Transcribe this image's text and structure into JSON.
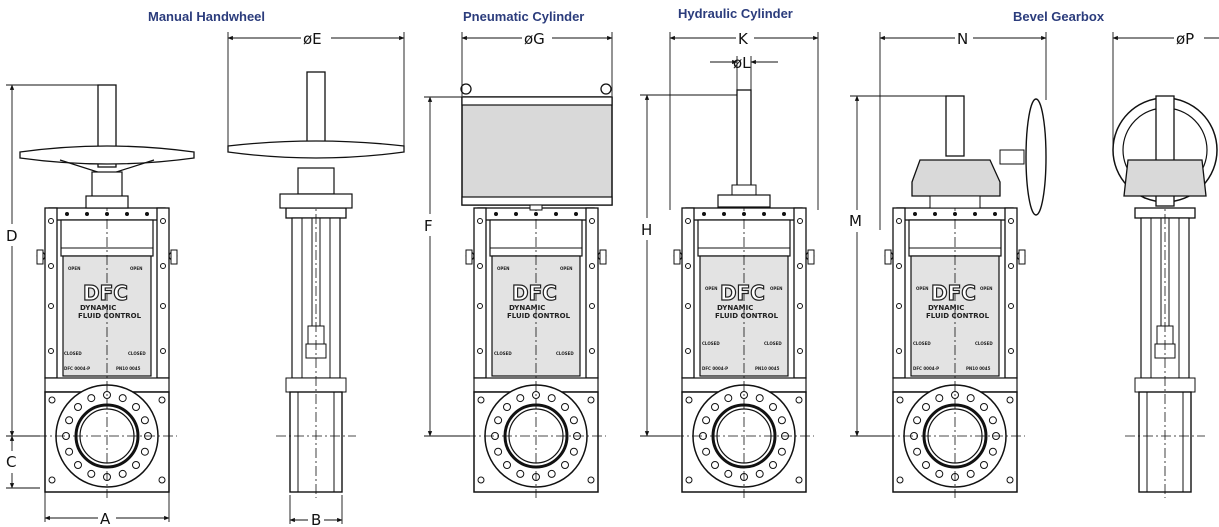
{
  "titles": {
    "manual": "Manual Handwheel",
    "pneumatic": "Pneumatic Cylinder",
    "hydraulic": "Hydraulic Cylinder",
    "bevel": "Bevel Gearbox"
  },
  "dimensions": {
    "A": "A",
    "B": "B",
    "C": "C",
    "D": "D",
    "E": "øE",
    "F": "F",
    "G": "øG",
    "H": "H",
    "K": "K",
    "L": "øL",
    "M": "M",
    "N": "N",
    "P": "øP"
  },
  "logo": {
    "mark": "DFC",
    "line1": "DYNAMIC",
    "line2": "FLUID CONTROL"
  },
  "plate": {
    "open": "OPEN",
    "closed": "CLOSED",
    "code_left": "DFC 0004-P",
    "code_right": "PN10 0045"
  },
  "colors": {
    "title": "#2b3c7c",
    "line": "#111111",
    "actuator_fill": "#d9d9d9",
    "plate_fill": "#e3e3e3"
  }
}
